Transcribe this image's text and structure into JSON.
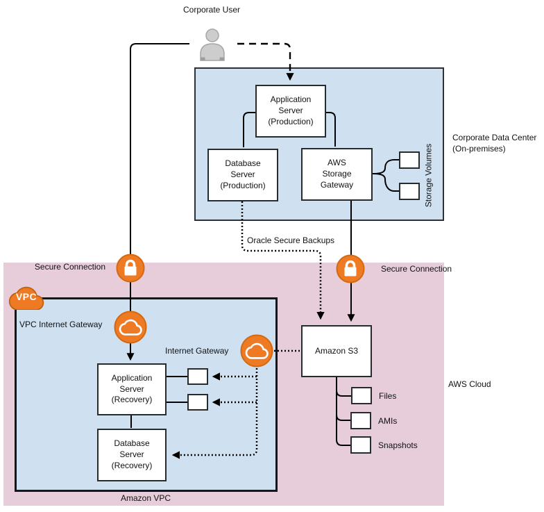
{
  "diagram": "aws-disaster-recovery-architecture",
  "colors": {
    "region_blue": "#cfe0f1",
    "region_pink": "#e6cdd9",
    "aws_orange": "#ee7b24",
    "aws_orange_dark": "#d4690f",
    "node_border": "#262b30",
    "person_gray": "#cdcdcd"
  },
  "labels": {
    "corporate_user": "Corporate User",
    "corporate_data_center": "Corporate Data Center\n(On-premises)",
    "storage_volumes": "Storage Volumes",
    "oracle_secure_backups": "Oracle Secure Backups",
    "secure_connection_left": "Secure Connection",
    "secure_connection_right": "Secure Connection",
    "vpc_badge": "VPC",
    "vpc_internet_gateway": "VPC Internet Gateway",
    "internet_gateway": "Internet Gateway",
    "aws_cloud": "AWS Cloud",
    "amazon_vpc": "Amazon VPC"
  },
  "nodes": {
    "application_server_production": "Application\nServer\n(Production)",
    "database_server_production": "Database\nServer\n(Production)",
    "aws_storage_gateway": "AWS\nStorage\nGateway",
    "amazon_s3": "Amazon S3",
    "application_server_recovery": "Application\nServer\n(Recovery)",
    "database_server_recovery": "Database\nServer\n(Recovery)"
  },
  "s3_items": [
    "Files",
    "AMIs",
    "Snapshots"
  ]
}
